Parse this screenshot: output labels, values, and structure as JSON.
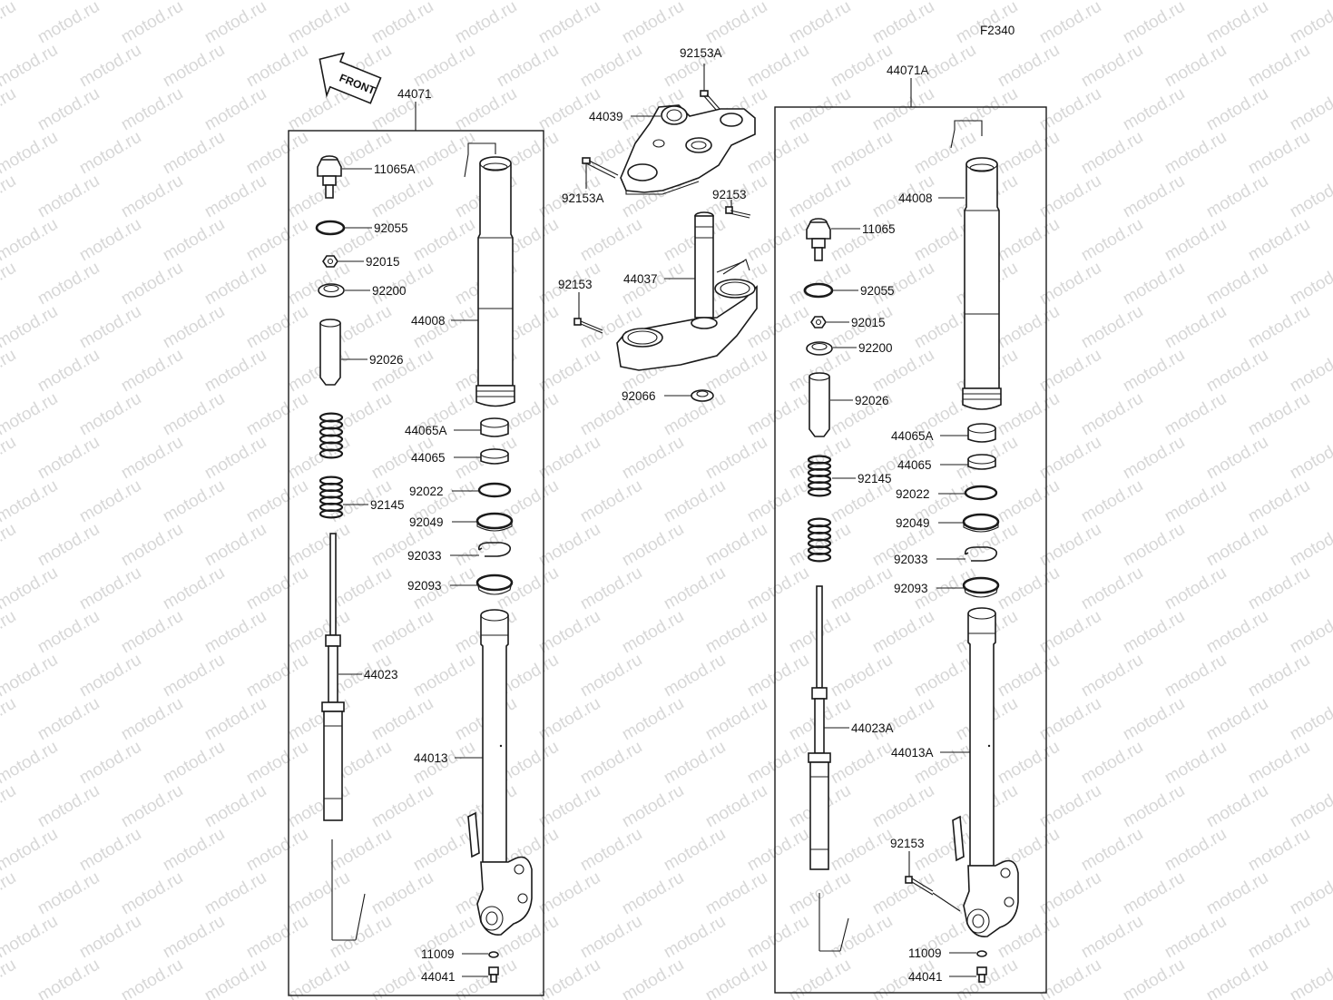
{
  "figure_code": "F2340",
  "watermark": "motod.ru",
  "front_arrow": "FRONT",
  "assemblies": {
    "left": "44071",
    "right": "44071A"
  },
  "labels": {
    "p11065A": "11065A",
    "p92055_l": "92055",
    "p92015_l": "92015",
    "p92200_l": "92200",
    "p92026_l": "92026",
    "p92145_l": "92145",
    "p44023": "44023",
    "p44008_l": "44008",
    "p44065A_l": "44065A",
    "p44065_l": "44065",
    "p92022_l": "92022",
    "p92049_l": "92049",
    "p92033_l": "92033",
    "p92093_l": "92093",
    "p44013": "44013",
    "p11009_l": "11009",
    "p44041_l": "44041",
    "p92153A_top": "92153A",
    "p44039": "44039",
    "p92153A_mid": "92153A",
    "p92153_stem": "92153",
    "p44037": "44037",
    "p92153_lower": "92153",
    "p92066": "92066",
    "p44008_r": "44008",
    "p11065": "11065",
    "p92055_r": "92055",
    "p92015_r": "92015",
    "p92200_r": "92200",
    "p92026_r": "92026",
    "p44065A_r": "44065A",
    "p44065_r": "44065",
    "p92145_r": "92145",
    "p92022_r": "92022",
    "p92049_r": "92049",
    "p92033_r": "92033",
    "p92093_r": "92093",
    "p44023A": "44023A",
    "p44013A": "44013A",
    "p92153_r": "92153",
    "p11009_r": "11009",
    "p44041_r": "44041"
  }
}
